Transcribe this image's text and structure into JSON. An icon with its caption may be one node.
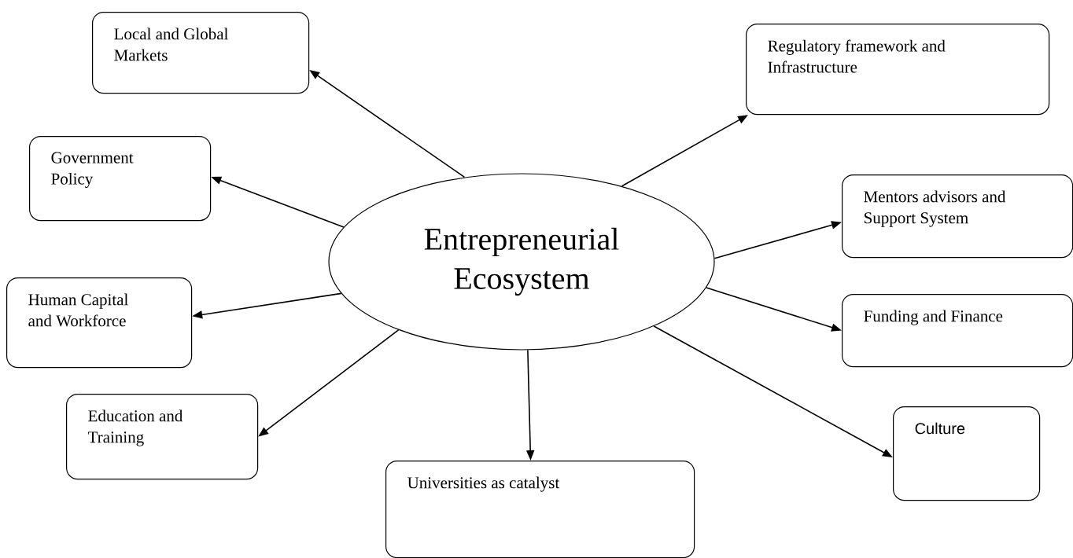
{
  "diagram": {
    "nodes": [
      {
        "text": [
          "Entrepreneurial Ecosystem"
        ]
      },
      {
        "text": [
          "Local and Global Markets"
        ]
      },
      {
        "text": [
          "Regulatory framework and Infrastructure"
        ]
      },
      {
        "text": [
          "Government Policy"
        ]
      },
      {
        "text": [
          "Mentors advisors and Support System"
        ]
      },
      {
        "text": [
          "Human Capital and Workforce"
        ]
      },
      {
        "text": [
          "Funding and Finance"
        ]
      },
      {
        "text": [
          "Education and Training"
        ]
      },
      {
        "text": [
          "Culture"
        ]
      },
      {
        "text": [
          "Universities as catalyst"
        ]
      }
    ],
    "edges": [
      {
        "from": 0,
        "to": 1,
        "arrow": "to"
      },
      {
        "from": 0,
        "to": 2,
        "arrow": "to"
      },
      {
        "from": 0,
        "to": 3,
        "arrow": "to"
      },
      {
        "from": 0,
        "to": 4,
        "arrow": "to"
      },
      {
        "from": 0,
        "to": 5,
        "arrow": "to"
      },
      {
        "from": 0,
        "to": 6,
        "arrow": "to"
      },
      {
        "from": 0,
        "to": 7,
        "arrow": "to"
      },
      {
        "from": 0,
        "to": 8,
        "arrow": "to"
      },
      {
        "from": 0,
        "to": 9,
        "arrow": "to"
      }
    ]
  }
}
